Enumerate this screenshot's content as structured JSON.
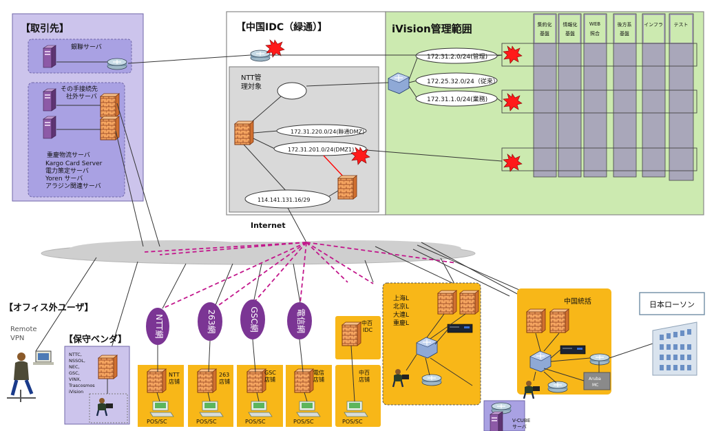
{
  "colors": {
    "partner_bg": "#ccc4ec",
    "partner_inner": "#a9a1e3",
    "idc_bg": "#ffffff",
    "ntt_bg": "#d9d9d9",
    "ivision_bg": "#cceab0",
    "grid_col": "#a9a7ba",
    "orange": "#f8b718",
    "purple": "#7b3594",
    "cloud": "#cfcfcf",
    "dash": "#c2168b",
    "red": "#ff0000"
  },
  "partner": {
    "title": "【取引先】",
    "bank_server": "銀聯サーバ",
    "other_title_1": "その手接続先",
    "other_title_2": "社外サーバ",
    "servers": [
      "重慶物流サーバ",
      "Kargo Card Server",
      "電力策定サーバ",
      "Yoren サーバ",
      "アラジン関連サーバ"
    ]
  },
  "idc": {
    "title": "【中国IDC（緑通）】",
    "ntt_label_1": "NTT管",
    "ntt_label_2": "理対象",
    "dmz_net": "172.31.220.0/24(聯通DMZ)",
    "dmz1_net": "172.31.201.0/24(DMZ1)",
    "public_net": "114.141.131.16/29"
  },
  "ivision": {
    "title": "iVision管理範囲",
    "nets": [
      "172.31.2.0/24(管理)",
      "172.25.32.0/24（従来）",
      "172.31.1.0/24(業務)"
    ],
    "columns": [
      [
        "集約化",
        "基盤"
      ],
      [
        "情報化",
        "基盤"
      ],
      [
        "WEB",
        "照合"
      ],
      [
        "後方系",
        "基盤"
      ],
      [
        "インフラ"
      ],
      [
        "テスト"
      ]
    ]
  },
  "internet_label": "Internet",
  "remote": {
    "title": "【オフィス外ユーザ】",
    "line1": "Remote",
    "line2": "VPN"
  },
  "vendors": {
    "title": "【保守ベンダ】",
    "list": [
      "NTTC,",
      "NSSOL,",
      "NEC,",
      "GSC,",
      "VINX,",
      "Trascosmos",
      "iVision"
    ]
  },
  "carriers": [
    {
      "name": "NTT網",
      "store_1": "NTT",
      "store_2": "店铺",
      "pos": "POS/SC"
    },
    {
      "name": "263網",
      "store_1": "263",
      "store_2": "店铺",
      "pos": "POS/SC"
    },
    {
      "name": "GSC網",
      "store_1": "GSC",
      "store_2": "店铺",
      "pos": "POS/SC"
    },
    {
      "name": "電信網",
      "store_1": "電信",
      "store_2": "店铺",
      "pos": "POS/SC"
    }
  ],
  "zhongbai": {
    "idc_1": "中百",
    "idc_2": "IDC",
    "store_1": "中百",
    "store_2": "店铺",
    "pos": "POS/SC"
  },
  "regions": [
    "上海L",
    "北京L",
    "大連L",
    "重慶L"
  ],
  "china_hq": {
    "title": "中国統括",
    "aruba_1": "Aruba",
    "aruba_2": "MC"
  },
  "vcube": {
    "line1": "V-CUBE",
    "line2": "サーバ"
  },
  "lawson": "日本ローソン"
}
